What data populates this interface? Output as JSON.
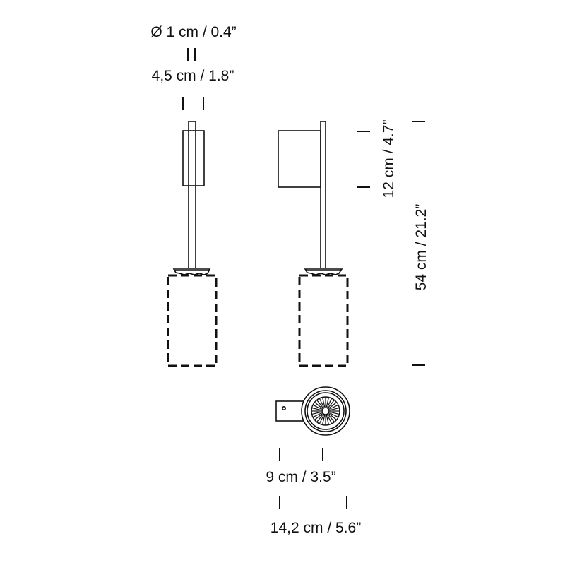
{
  "dimensions": {
    "rod_diameter": "Ø 1 cm / 0.4”",
    "shade_width": "4,5 cm / 1.8”",
    "shade_height": "12 cm / 4.7”",
    "total_height": "54 cm / 21.2”",
    "base_width": "9 cm / 3.5”",
    "total_depth": "14,2 cm / 5.6”"
  }
}
